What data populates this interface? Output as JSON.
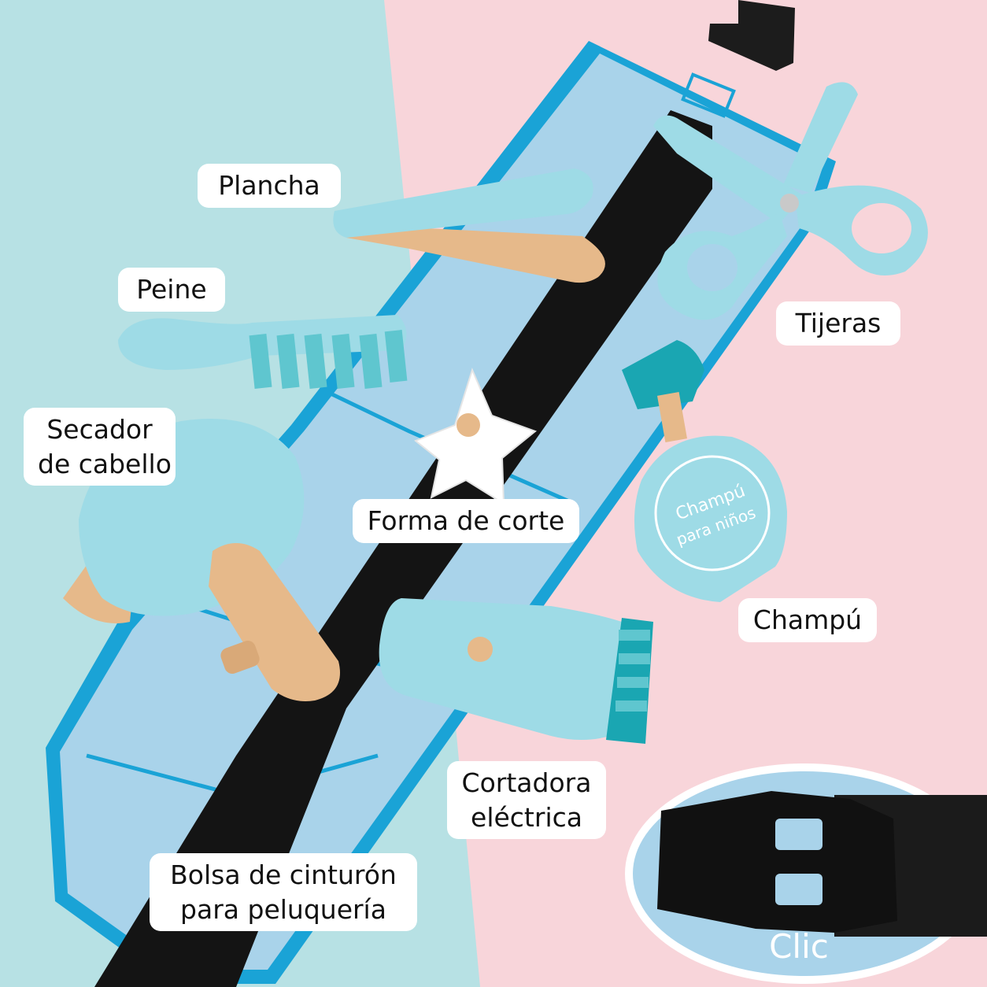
{
  "labels": {
    "plancha": "Plancha",
    "peine": "Peine",
    "tijeras": "Tijeras",
    "secador_line1": "Secador",
    "secador_line2": "de cabello",
    "forma_corte": "Forma de corte",
    "champu": "Champú",
    "cortadora_line1": "Cortadora",
    "cortadora_line2": "eléctrica",
    "bolsa_line1": "Bolsa de cinturón",
    "bolsa_line2": "para peluquería"
  },
  "shampoo_bottle": {
    "line1": "Champú",
    "line2": "para niños"
  },
  "inset": {
    "caption": "Clic"
  },
  "colors": {
    "bg_left": "#b7e1e4",
    "bg_right": "#f8d5da",
    "belt_fabric": "#a9d3ea",
    "belt_edge": "#1aa3d6",
    "strap": "#141414",
    "tool_blue": "#9edbe6",
    "tool_teal": "#1aa6b2",
    "wood": "#e6b98a"
  }
}
